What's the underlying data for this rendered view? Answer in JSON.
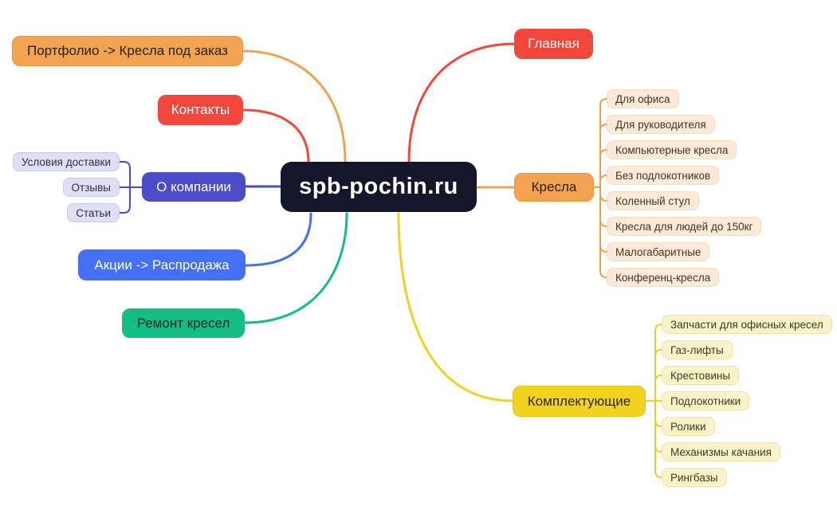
{
  "central": {
    "label": "spb-pochin.ru"
  },
  "left_branches": [
    {
      "id": "portfolio",
      "label": "Портфолио -> Кресла под заказ"
    },
    {
      "id": "contacts",
      "label": "Контакты"
    },
    {
      "id": "about",
      "label": "О компании",
      "children": [
        {
          "label": "Условия доставки"
        },
        {
          "label": "Отзывы"
        },
        {
          "label": "Статьи"
        }
      ]
    },
    {
      "id": "sale",
      "label": "Акции -> Распродажа"
    },
    {
      "id": "repair",
      "label": "Ремонт кресел"
    }
  ],
  "right_branches": [
    {
      "id": "home",
      "label": "Главная"
    },
    {
      "id": "chairs",
      "label": "Кресла",
      "children": [
        {
          "label": "Для офиса"
        },
        {
          "label": "Для руководителя"
        },
        {
          "label": "Компьютерные кресла"
        },
        {
          "label": "Без подлокотников"
        },
        {
          "label": "Коленный стул"
        },
        {
          "label": "Кресла для людей до 150кг"
        },
        {
          "label": "Малогабаритные"
        },
        {
          "label": "Конференц-кресла"
        }
      ]
    },
    {
      "id": "components",
      "label": "Комплектующие",
      "children": [
        {
          "label": "Запчасти для офисных кресел"
        },
        {
          "label": "Газ-лифты"
        },
        {
          "label": "Крестовины"
        },
        {
          "label": "Подлокотники"
        },
        {
          "label": "Ролики"
        },
        {
          "label": "Механизмы качания"
        },
        {
          "label": "Рингбазы"
        }
      ]
    }
  ],
  "palette": {
    "central_bg": "#14162c",
    "orange": "#F3A350",
    "red": "#F4473C",
    "indigo": "#4C4BC9",
    "blue": "#4470F3",
    "green": "#12BE83",
    "yellow": "#F2D21F",
    "lavender_child": "#DEDEF5",
    "peach_child": "#FCE9D7",
    "light_yellow_child": "#FAF3C9"
  }
}
